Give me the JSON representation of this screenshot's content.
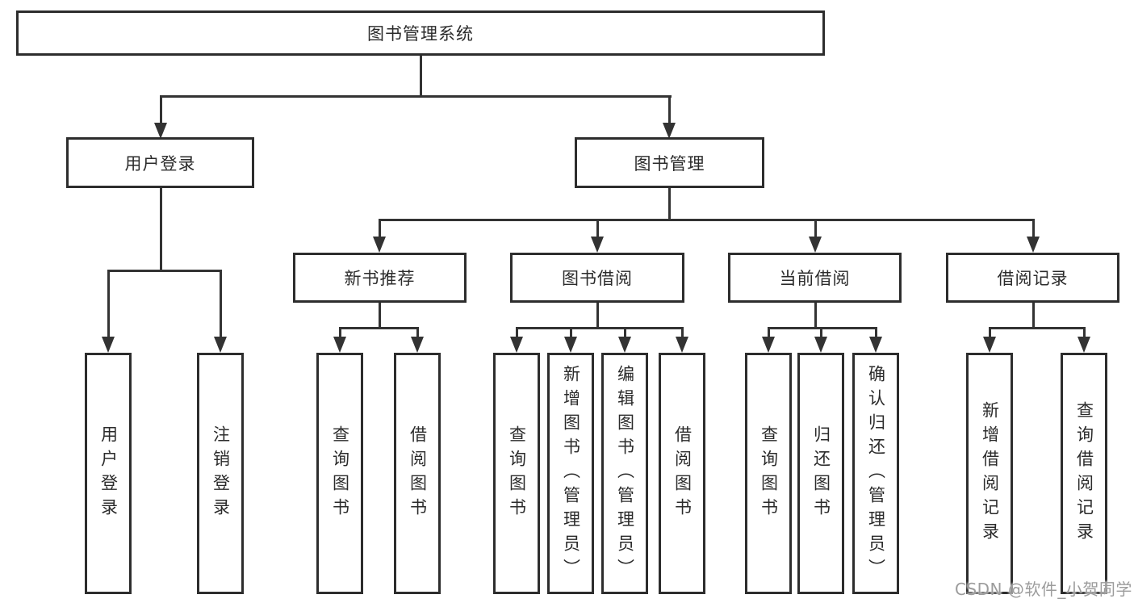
{
  "diagram": {
    "type": "tree",
    "colors": {
      "line": "#333333",
      "border": "#2d2d2d",
      "box_bg": "#ffffff",
      "text": "#2b2b2b",
      "watermark": "#9c9c9c"
    },
    "root": {
      "label": "图书管理系统"
    },
    "level2": [
      {
        "id": "user-login",
        "label": "用户登录"
      },
      {
        "id": "book-management",
        "label": "图书管理"
      }
    ],
    "level3": [
      {
        "id": "new-book-recommend",
        "label": "新书推荐",
        "parent": "book-management"
      },
      {
        "id": "book-borrowing",
        "label": "图书借阅",
        "parent": "book-management"
      },
      {
        "id": "current-borrowing",
        "label": "当前借阅",
        "parent": "book-management"
      },
      {
        "id": "borrowing-records",
        "label": "借阅记录",
        "parent": "book-management"
      }
    ],
    "leaves": {
      "user_login": [
        {
          "label": "用户登录"
        },
        {
          "label": "注销登录"
        }
      ],
      "new_book_recommend": [
        {
          "label": "查询图书"
        },
        {
          "label": "借阅图书"
        }
      ],
      "book_borrowing": [
        {
          "label": "查询图书"
        },
        {
          "label": "新增图书（管理员）"
        },
        {
          "label": "编辑图书（管理员）"
        },
        {
          "label": "借阅图书"
        }
      ],
      "current_borrowing": [
        {
          "label": "查询图书"
        },
        {
          "label": "归还图书"
        },
        {
          "label": "确认归还（管理员）"
        }
      ],
      "borrowing_records": [
        {
          "label": "新增借阅记录"
        },
        {
          "label": "查询借阅记录"
        }
      ]
    },
    "watermark": "CSDN @软件_小贺同学"
  }
}
